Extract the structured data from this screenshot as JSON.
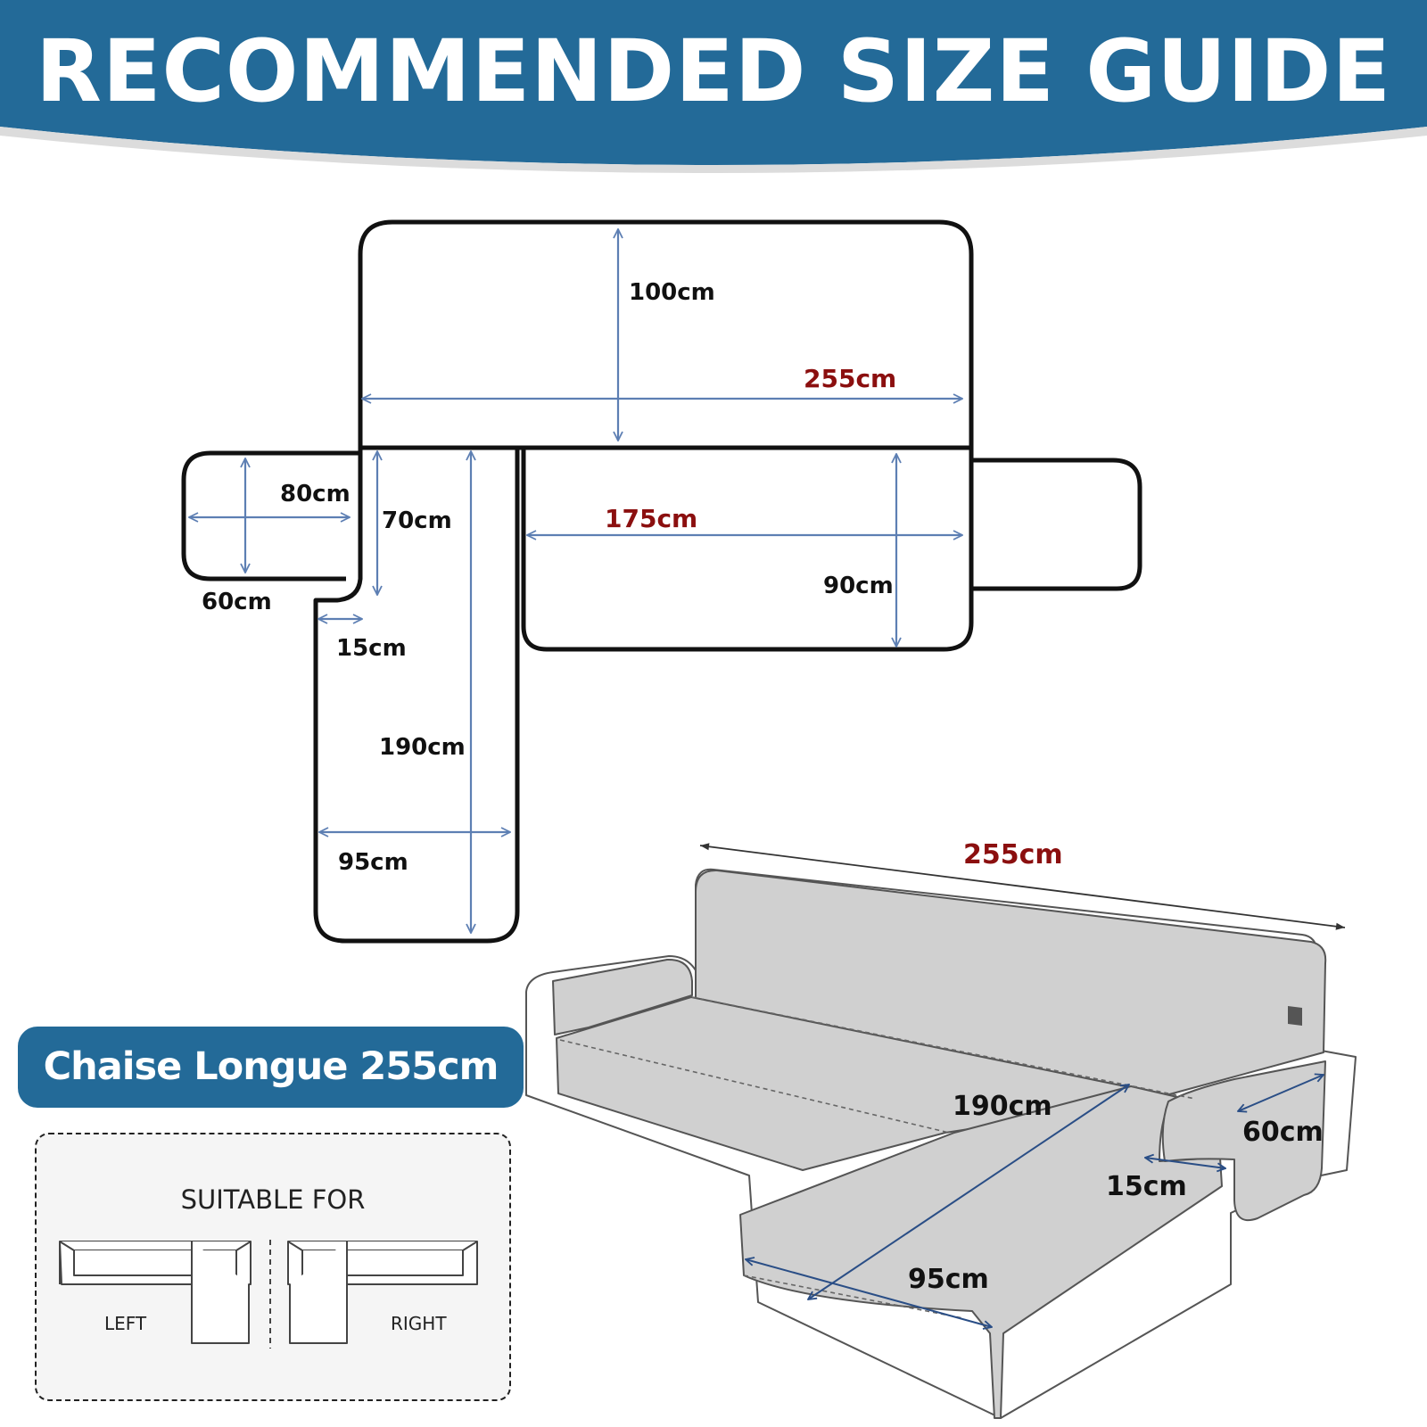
{
  "header": {
    "title": "RECOMMENDED SIZE GUIDE",
    "color": "#236a98"
  },
  "layout_diagram": {
    "back_width": "255cm",
    "back_height": "100cm",
    "left_arm_width": "80cm",
    "left_arm_depth": "60cm",
    "chaise_top_depth": "70cm",
    "chaise_tuck": "15cm",
    "chaise_length": "190cm",
    "chaise_width": "95cm",
    "seat_width": "175cm",
    "seat_depth": "90cm"
  },
  "sofa_photo": {
    "total_width": "255cm",
    "chaise_length": "190cm",
    "arm_depth": "60cm",
    "tuck": "15cm",
    "chaise_width": "95cm"
  },
  "product_label": "Chaise Longue 255cm",
  "suitable": {
    "title": "SUITABLE FOR",
    "left_label": "LEFT",
    "right_label": "RIGHT"
  },
  "colors": {
    "accent_blue": "#236a98",
    "dimension_red": "#8b0f0f",
    "arrow_blue": "#5d7fb3"
  }
}
